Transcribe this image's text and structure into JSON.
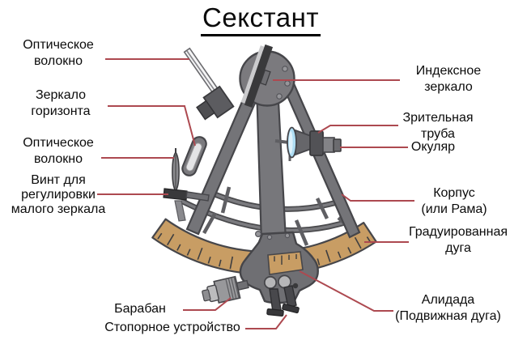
{
  "title": "Секстант",
  "colors": {
    "leader_line": "#ad4950",
    "frame_gray": "#77777b",
    "outline_gray": "#46464a",
    "arc_tan": "#c89d64",
    "lens_blue": "#aeddf3",
    "text": "#0b0b0b"
  },
  "labels": {
    "optical_fiber_top": {
      "lines": [
        "Оптическое",
        "волокно"
      ]
    },
    "horizon_mirror": {
      "lines": [
        "Зеркало",
        "горизонта"
      ]
    },
    "optical_fiber_left": {
      "lines": [
        "Оптическое",
        "волокно"
      ]
    },
    "small_mirror_screw": {
      "lines": [
        "Винт для",
        "регулировки",
        "малого зеркала"
      ]
    },
    "drum": {
      "lines": [
        "Барабан"
      ]
    },
    "stopper": {
      "lines": [
        "Стопорное устройство"
      ]
    },
    "index_mirror": {
      "lines": [
        "Индексное",
        "зеркало"
      ]
    },
    "telescope": {
      "lines": [
        "Зрительная",
        "труба"
      ]
    },
    "eyepiece": {
      "lines": [
        "Окуляр"
      ]
    },
    "frame": {
      "lines": [
        "Корпус",
        "(или Рама)"
      ]
    },
    "graduated_arc": {
      "lines": [
        "Градуированная",
        "дуга"
      ]
    },
    "alidade": {
      "lines": [
        "Алидада",
        "(Подвижная дуга)"
      ]
    }
  }
}
